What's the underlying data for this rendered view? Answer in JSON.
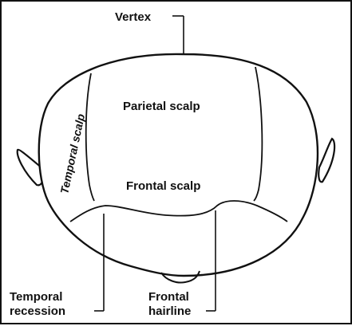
{
  "labels": {
    "vertex": "Vertex",
    "parietal_scalp": "Parietal scalp",
    "temporal_scalp": "Temporal scalp",
    "frontal_scalp": "Frontal scalp",
    "temporal_recession_line1": "Temporal",
    "temporal_recession_line2": "recession",
    "frontal_hairline_line1": "Frontal",
    "frontal_hairline_line2": "hairline"
  },
  "colors": {
    "ink": "#111111",
    "background": "#ffffff"
  }
}
